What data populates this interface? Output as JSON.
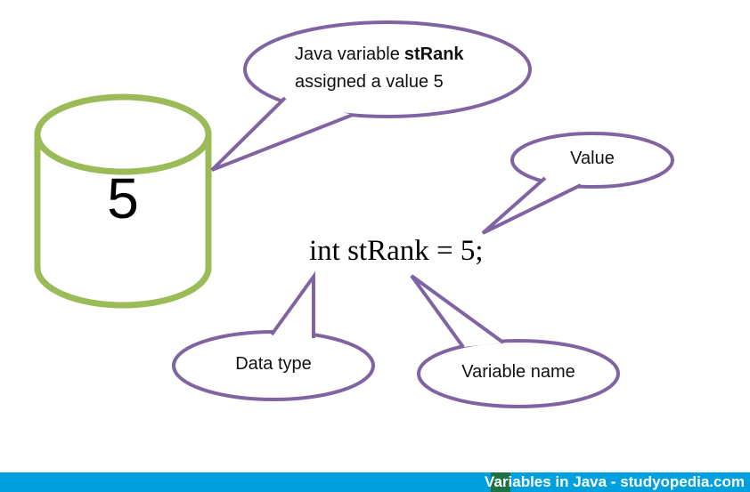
{
  "colors": {
    "callout_purple": "#8064A2",
    "cylinder_green": "#9BBB59",
    "footer_cyan": "#00A0DF",
    "footer_green": "#1E7145",
    "text_black": "#111111"
  },
  "cylinder": {
    "value": "5"
  },
  "callouts": {
    "top": {
      "line1_regular": "Java variable",
      "line1_bold": "stRank",
      "line2": "assigned a value 5"
    },
    "value": {
      "label": "Value"
    },
    "data_type": {
      "label": "Data type"
    },
    "variable_name": {
      "label": "Variable name"
    }
  },
  "code": {
    "text": "int stRank = 5;"
  },
  "footer": {
    "text": "Variables in Java - studyopedia.com"
  }
}
